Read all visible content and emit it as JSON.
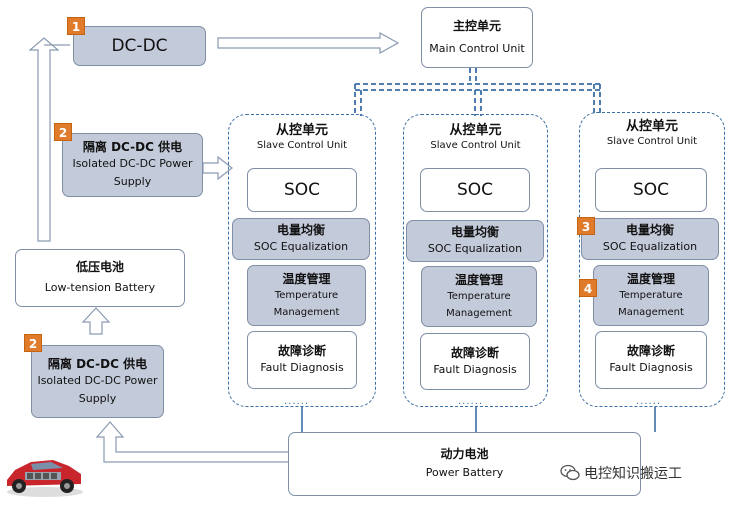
{
  "dcdc": {
    "label": "DC-DC",
    "badge": "1"
  },
  "main_unit": {
    "cn": "主控单元",
    "en": "Main Control Unit"
  },
  "isolated_top": {
    "badge": "2",
    "cn": "隔离 DC-DC 供电",
    "en1": "Isolated DC-DC Power",
    "en2": "Supply"
  },
  "battery_low": {
    "cn": "低压电池",
    "en": "Low-tension Battery"
  },
  "isolated_bottom": {
    "badge": "2",
    "cn": "隔离 DC-DC 供电",
    "en1": "Isolated DC-DC Power",
    "en2": "Supply"
  },
  "slaves": [
    {
      "cn": "从控单元",
      "en": "Slave Control Unit",
      "soc": "SOC",
      "eq_cn": "电量均衡",
      "eq_en": "SOC Equalization",
      "temp_cn": "温度管理",
      "temp_en1": "Temperature",
      "temp_en2": "Management",
      "fault_cn": "故障诊断",
      "fault_en": "Fault Diagnosis",
      "dots": "......"
    },
    {
      "cn": "从控单元",
      "en": "Slave Control Unit",
      "soc": "SOC",
      "eq_cn": "电量均衡",
      "eq_en": "SOC Equalization",
      "temp_cn": "温度管理",
      "temp_en1": "Temperature",
      "temp_en2": "Management",
      "fault_cn": "故障诊断",
      "fault_en": "Fault Diagnosis",
      "dots": "......"
    },
    {
      "cn": "从控单元",
      "en": "Slave Control Unit",
      "soc": "SOC",
      "eq_cn": "电量均衡",
      "eq_en": "SOC Equalization",
      "temp_cn": "温度管理",
      "temp_en1": "Temperature",
      "temp_en2": "Management",
      "fault_cn": "故障诊断",
      "fault_en": "Fault Diagnosis",
      "dots": "......",
      "badge_eq": "3",
      "badge_temp": "4"
    }
  ],
  "power_battery": {
    "cn": "动力电池",
    "en": "Power Battery"
  },
  "watermark": {
    "text": "电控知识搬运工"
  },
  "icons": {
    "car": "car-cutaway-icon",
    "wechat": "wechat-icon"
  }
}
